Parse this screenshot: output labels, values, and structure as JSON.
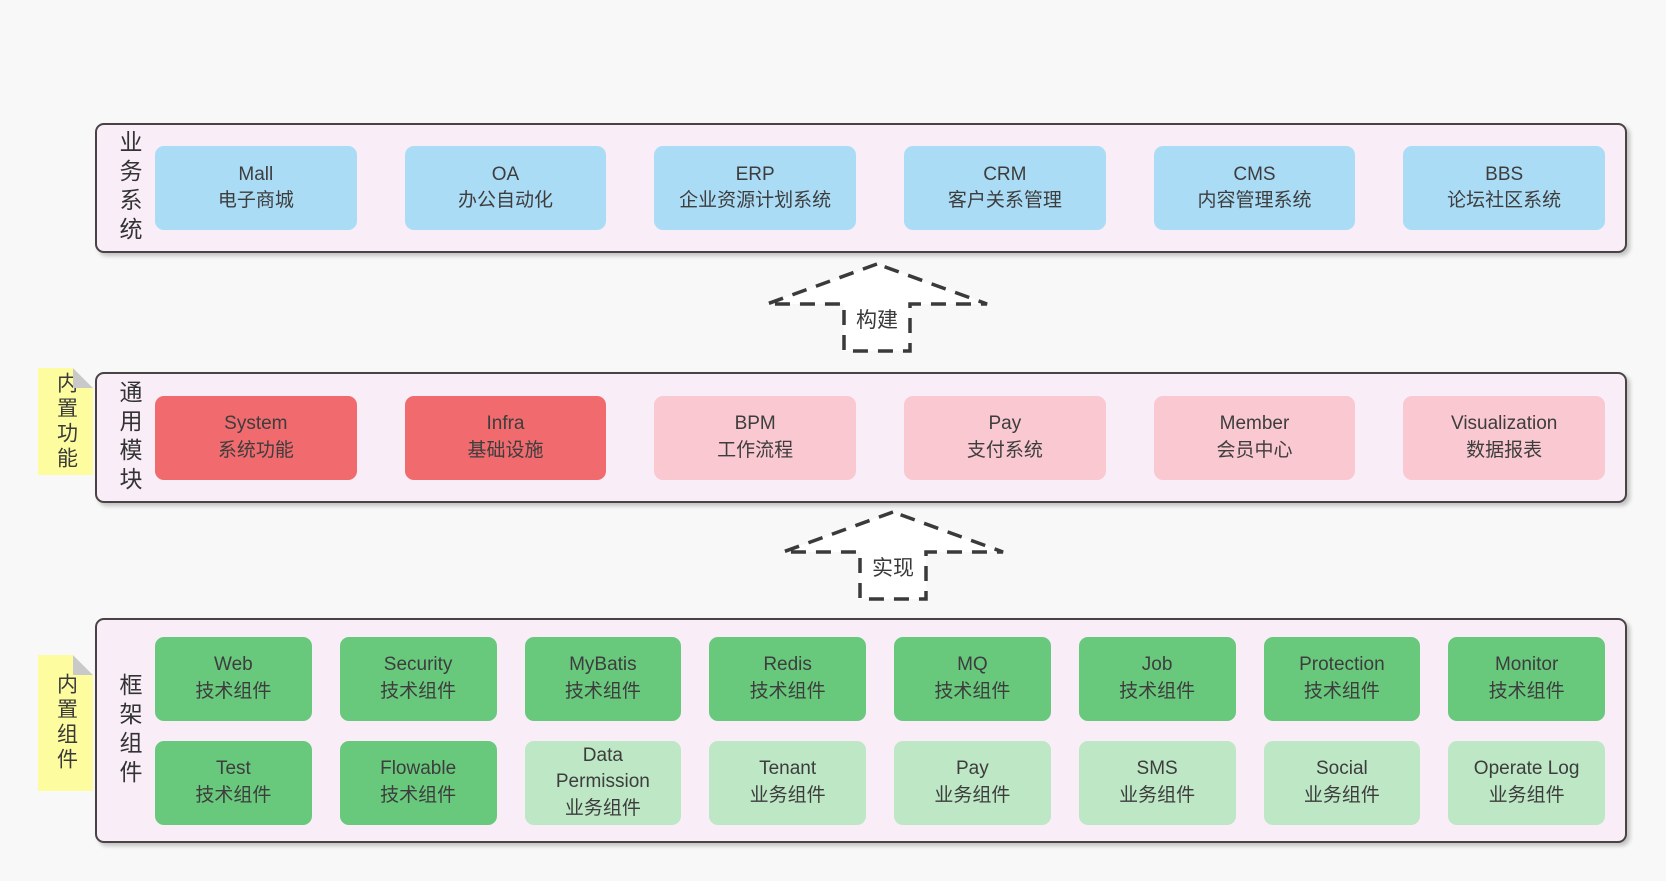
{
  "colors": {
    "page_bg": "#f8f8f8",
    "container": "#f9eef8",
    "border": "#4a4343",
    "text": "#3d3d3d",
    "blue": "#abdcf6",
    "red": "#f06a6e",
    "pink": "#f9c8d0",
    "green": "#68c97d",
    "lightgreen": "#bde7c5",
    "yellow": "#fdfc9e",
    "fold": "#c9c9c9",
    "arrow_stroke": "#3a3a3a"
  },
  "arrows": [
    {
      "label": "构建"
    },
    {
      "label": "实现"
    }
  ],
  "layers": [
    {
      "label": "业务系统",
      "boxes": [
        {
          "en": "Mall",
          "zh": "电子商城"
        },
        {
          "en": "OA",
          "zh": "办公自动化"
        },
        {
          "en": "ERP",
          "zh": "企业资源计划系统"
        },
        {
          "en": "CRM",
          "zh": "客户关系管理"
        },
        {
          "en": "CMS",
          "zh": "内容管理系统"
        },
        {
          "en": "BBS",
          "zh": "论坛社区系统"
        }
      ]
    },
    {
      "label": "通用模块",
      "sticky": "内置功能",
      "boxes": [
        {
          "en": "System",
          "zh": "系统功能"
        },
        {
          "en": "Infra",
          "zh": "基础设施"
        },
        {
          "en": "BPM",
          "zh": "工作流程"
        },
        {
          "en": "Pay",
          "zh": "支付系统"
        },
        {
          "en": "Member",
          "zh": "会员中心"
        },
        {
          "en": "Visualization",
          "zh": "数据报表"
        }
      ]
    },
    {
      "label": "框架组件",
      "sticky": "内置组件",
      "rows": [
        [
          {
            "en": "Web",
            "zh": "技术组件"
          },
          {
            "en": "Security",
            "zh": "技术组件"
          },
          {
            "en": "MyBatis",
            "zh": "技术组件"
          },
          {
            "en": "Redis",
            "zh": "技术组件"
          },
          {
            "en": "MQ",
            "zh": "技术组件"
          },
          {
            "en": "Job",
            "zh": "技术组件"
          },
          {
            "en": "Protection",
            "zh": "技术组件"
          },
          {
            "en": "Monitor",
            "zh": "技术组件"
          }
        ],
        [
          {
            "en": "Test",
            "zh": "技术组件"
          },
          {
            "en": "Flowable",
            "zh": "技术组件"
          },
          {
            "en": "Data Permission",
            "zh": "业务组件"
          },
          {
            "en": "Tenant",
            "zh": "业务组件"
          },
          {
            "en": "Pay",
            "zh": "业务组件"
          },
          {
            "en": "SMS",
            "zh": "业务组件"
          },
          {
            "en": "Social",
            "zh": "业务组件"
          },
          {
            "en": "Operate Log",
            "zh": "业务组件"
          }
        ]
      ]
    }
  ]
}
